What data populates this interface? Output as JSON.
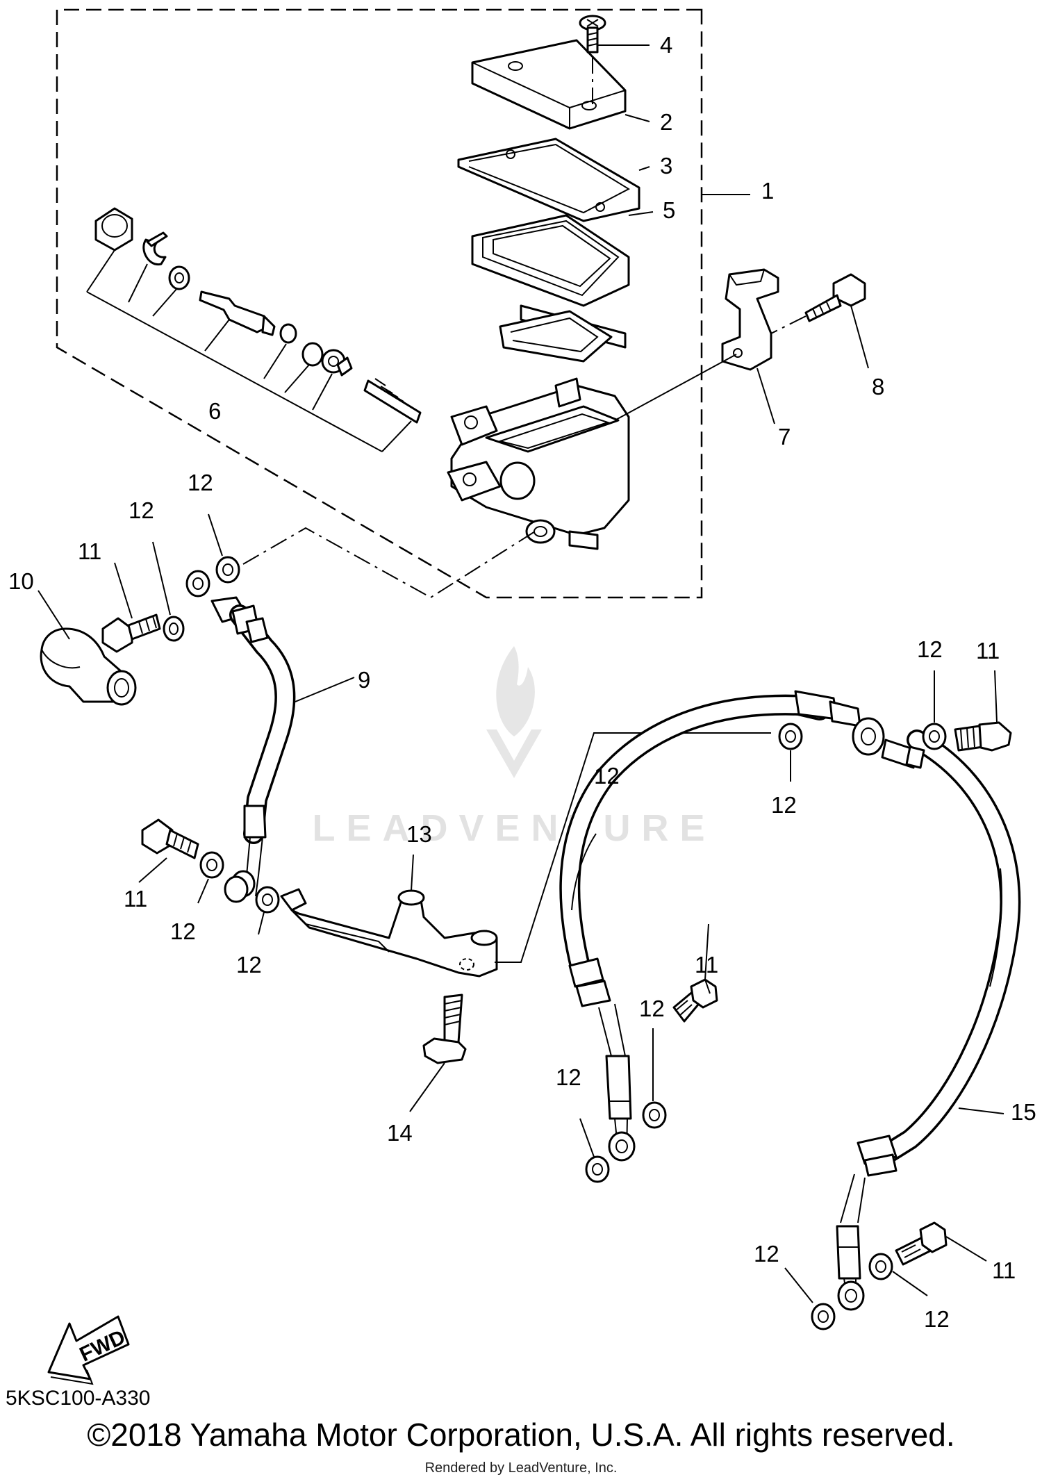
{
  "diagram": {
    "callouts": [
      {
        "id": "c1",
        "text": "1"
      },
      {
        "id": "c2",
        "text": "2"
      },
      {
        "id": "c3",
        "text": "3"
      },
      {
        "id": "c4",
        "text": "4"
      },
      {
        "id": "c5",
        "text": "5"
      },
      {
        "id": "c6",
        "text": "6"
      },
      {
        "id": "c7",
        "text": "7"
      },
      {
        "id": "c8",
        "text": "8"
      },
      {
        "id": "c9",
        "text": "9"
      },
      {
        "id": "c10",
        "text": "10"
      },
      {
        "id": "c11a",
        "text": "11"
      },
      {
        "id": "c11b",
        "text": "11"
      },
      {
        "id": "c11c",
        "text": "11"
      },
      {
        "id": "c11d",
        "text": "11"
      },
      {
        "id": "c11e",
        "text": "11"
      },
      {
        "id": "c12a",
        "text": "12"
      },
      {
        "id": "c12b",
        "text": "12"
      },
      {
        "id": "c12c",
        "text": "12"
      },
      {
        "id": "c12d",
        "text": "12"
      },
      {
        "id": "c12e",
        "text": "12"
      },
      {
        "id": "c12f",
        "text": "12"
      },
      {
        "id": "c12g",
        "text": "12"
      },
      {
        "id": "c12h",
        "text": "12"
      },
      {
        "id": "c12i",
        "text": "12"
      },
      {
        "id": "c12j",
        "text": "12"
      },
      {
        "id": "c12k",
        "text": "12"
      },
      {
        "id": "c13",
        "text": "13"
      },
      {
        "id": "c14",
        "text": "14"
      },
      {
        "id": "c15",
        "text": "15"
      }
    ],
    "fwd_label": "FWD",
    "watermark_text": "LEADVENTURE"
  },
  "footer": {
    "diagram_code": "5KSC100-A330",
    "copyright": "©2018 Yamaha Motor Corporation, U.S.A. All rights reserved.",
    "rendered_by": "Rendered by LeadVenture, Inc."
  }
}
